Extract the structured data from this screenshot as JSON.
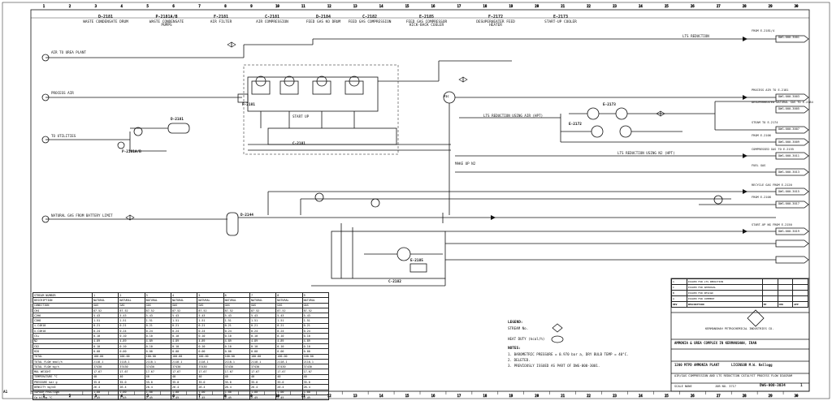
{
  "sheet_size": "A1",
  "equipment_header": [
    {
      "tag": "D-2181",
      "name": "WASTE CONDENSATE DRUM"
    },
    {
      "tag": "P-2181A/B",
      "name": "WASTE CONDENSATE PUMPS"
    },
    {
      "tag": "F-2181",
      "name": "AIR FILTER"
    },
    {
      "tag": "C-2181",
      "name": "AIR COMPRESSION"
    },
    {
      "tag": "D-2184",
      "name": "FEED GAS KO DRUM"
    },
    {
      "tag": "C-2182",
      "name": "FEED GAS COMPRESSION"
    },
    {
      "tag": "E-2185",
      "name": "FEED GAS COMPRESSOR KICK-BACK COOLER"
    },
    {
      "tag": "F-2172",
      "name": "DESUPERHEATER FEED HEATER"
    },
    {
      "tag": "E-2173",
      "name": "START-UP COOLER"
    }
  ],
  "vessel_tags": {
    "compressor_air": "C-2181",
    "compressor_gas": "C-2182",
    "filter": "F-2181",
    "drum_condensate": "D-2181",
    "pump": "P-2181A/B",
    "ko_drum": "D-2144",
    "cooler_top": "E-2173",
    "heater_mid": "E-2172",
    "kickback_cooler": "E-2185"
  },
  "left_streams": [
    {
      "label": "AIR TO UREA PLANT"
    },
    {
      "label": "PROCESS AIR"
    },
    {
      "label": "TO UTILITIES"
    },
    {
      "label": "NATURAL GAS FROM BATTERY LIMIT"
    }
  ],
  "right_streams": [
    {
      "label": "FROM E-2181/4",
      "ref": "DWG-000-3001"
    },
    {
      "label": "PROCESS AIR TO E-2181",
      "ref": "DWG-000-3003"
    },
    {
      "label": "DESUPERHEATED NATURAL GAS TO E-2184",
      "ref": "DWG-000-3005"
    },
    {
      "label": "STEAM TO E-2174",
      "ref": "DWG-000-3007"
    },
    {
      "label": "FROM E-2106",
      "ref": "DWG-000-3009"
    },
    {
      "label": "COMPRESSED GAS TO E-2155",
      "ref": "DWG-000-3011"
    },
    {
      "label": "FUEL GAS",
      "ref": "DWG-000-3013"
    },
    {
      "label": "RECYCLE GAS FROM E-2120",
      "ref": "DWG-000-3015"
    },
    {
      "label": "FROM E-2108",
      "ref": "DWG-000-3017"
    },
    {
      "label": "START-UP NG FROM E-2150",
      "ref": "DWG-000-3019"
    }
  ],
  "line_notes": {
    "lts_reduction": "LTS REDUCTION",
    "lts_reduction_air": "LTS REDUCTION USING AIR (HPT)",
    "lts_reduction_n2": "LTS REDUCTION USING N2 (HPT)",
    "make_up_n2": "MAKE UP N2",
    "start_up": "START UP"
  },
  "legend": {
    "title": "LEGEND:",
    "stream_no": "STREAM No.",
    "heat_duty": "HEAT DUTY (kcal/h)"
  },
  "notes": {
    "title": "NOTES:",
    "items": [
      "1. BAROMETRIC PRESSURE = 0.970 bar a, DRY BULB TEMP = 40°C.",
      "2. DELETED.",
      "3. PREVIOUSLY ISSUED AS PART OF DWG-000-3001."
    ]
  },
  "stream_table": {
    "columns": [
      "STREAM NUMBER",
      "1",
      "2",
      "3",
      "4",
      "5",
      "6",
      "7",
      "8",
      "9"
    ],
    "rows": [
      [
        "DESCRIPTION",
        "NATURAL",
        "NATURAL",
        "NATURAL",
        "NATURAL",
        "NATURAL",
        "NATURAL",
        "NATURAL",
        "NATURAL",
        "NATURAL"
      ],
      [
        "CONDITION",
        "GAS",
        "GAS",
        "GAS",
        "GAS",
        "GAS",
        "GAS",
        "GAS",
        "GAS",
        "GAS"
      ],
      [
        "CH4",
        "87.52",
        "87.52",
        "87.52",
        "87.52",
        "87.52",
        "87.52",
        "87.52",
        "87.52",
        "87.52"
      ],
      [
        "C2H6",
        "5.43",
        "5.43",
        "5.43",
        "5.43",
        "5.43",
        "5.43",
        "5.43",
        "5.43",
        "5.43"
      ],
      [
        "C3H8",
        "1.51",
        "1.51",
        "1.51",
        "1.51",
        "1.51",
        "1.51",
        "1.51",
        "1.51",
        "1.51"
      ],
      [
        "i-C4H10",
        "0.21",
        "0.21",
        "0.21",
        "0.21",
        "0.21",
        "0.21",
        "0.21",
        "0.21",
        "0.21"
      ],
      [
        "n-C4H10",
        "0.24",
        "0.24",
        "0.24",
        "0.24",
        "0.24",
        "0.24",
        "0.24",
        "0.24",
        "0.24"
      ],
      [
        "C5+",
        "0.10",
        "0.10",
        "0.10",
        "0.10",
        "0.10",
        "0.10",
        "0.10",
        "0.10",
        "0.10"
      ],
      [
        "N2",
        "4.89",
        "4.89",
        "4.89",
        "4.89",
        "4.89",
        "4.89",
        "4.89",
        "4.89",
        "4.89"
      ],
      [
        "CO2",
        "0.10",
        "0.10",
        "0.10",
        "0.10",
        "0.10",
        "0.10",
        "0.10",
        "0.10",
        "0.10"
      ],
      [
        "H2O",
        "0.00",
        "0.00",
        "0.00",
        "0.00",
        "0.00",
        "0.00",
        "0.00",
        "0.00",
        "0.00"
      ],
      [
        "TOTAL",
        "100.00",
        "100.00",
        "100.00",
        "100.00",
        "100.00",
        "100.00",
        "100.00",
        "100.00",
        "100.00"
      ],
      [
        "TOTAL FLOW kmol/h",
        "2118.1",
        "2118.1",
        "2118.1",
        "2118.1",
        "2118.1",
        "2118.1",
        "2118.1",
        "2118.1",
        "2118.1"
      ],
      [
        "TOTAL FLOW kg/h",
        "37430",
        "37430",
        "37430",
        "37430",
        "37430",
        "37430",
        "37430",
        "37430",
        "37430"
      ],
      [
        "MOL WEIGHT",
        "17.67",
        "17.67",
        "17.67",
        "17.67",
        "17.67",
        "17.67",
        "17.67",
        "17.67",
        "17.67"
      ],
      [
        "TEMPERATURE °C",
        "40",
        "40",
        "40",
        "40",
        "40",
        "40",
        "40",
        "40",
        "40"
      ],
      [
        "PRESSURE bar g",
        "35.0",
        "35.0",
        "35.0",
        "35.0",
        "35.0",
        "35.0",
        "35.0",
        "35.0",
        "35.0"
      ],
      [
        "DENSITY kg/m3",
        "26.4",
        "26.4",
        "26.4",
        "26.4",
        "26.4",
        "26.4",
        "26.4",
        "26.4",
        "26.4"
      ],
      [
        "VAPOUR FRACTION",
        "1.00",
        "1.00",
        "1.00",
        "1.00",
        "1.00",
        "1.00",
        "1.00",
        "1.00",
        "1.00"
      ],
      [
        "Cp kJ/kg °C",
        "2.45",
        "2.45",
        "2.45",
        "2.45",
        "2.45",
        "2.45",
        "2.45",
        "2.45",
        "2.45"
      ]
    ]
  },
  "revisions": {
    "rows": [
      [
        "1",
        "ISSUED FOR LTS REDUCTION",
        "",
        "",
        ""
      ],
      [
        "C",
        "ISSUED FOR APPROVAL",
        "",
        "",
        ""
      ],
      [
        "B",
        "ISSUED FOR DESIGN",
        "",
        "",
        ""
      ],
      [
        "A",
        "ISSUED FOR COMMENT",
        "",
        "",
        ""
      ]
    ],
    "headers": [
      "REV",
      "DESCRIPTION",
      "BY",
      "CHK",
      "APP"
    ]
  },
  "title_block": {
    "contractor": "KERMANSHAH PETROCHEMICAL INDUSTRIES CO.",
    "project": "AMMONIA & UREA COMPLEX IN KERMANSHAH, IRAN",
    "plant": "1200 MTPD AMMONIA PLANT",
    "licensor": "LICENSOR M.W. Kellogg",
    "drawing_title": "AIR/GAS COMPRESSION AND LTS REDUCTION CATALYST PROCESS FLOW DIAGRAM",
    "dwg_no": "DWG-000-3034",
    "rev": "1",
    "scale": "SCALE NONE",
    "job_no": "JOB NO. 3717"
  },
  "border_numbers": [
    "1",
    "2",
    "3",
    "4",
    "5",
    "6",
    "7",
    "8",
    "9",
    "10",
    "11",
    "12",
    "13",
    "14",
    "15",
    "16",
    "17",
    "18",
    "19",
    "20",
    "21",
    "22",
    "23",
    "24",
    "25",
    "26",
    "27",
    "28",
    "29",
    "30"
  ],
  "colors": {
    "ink": "#111111",
    "paper": "#ffffff"
  }
}
